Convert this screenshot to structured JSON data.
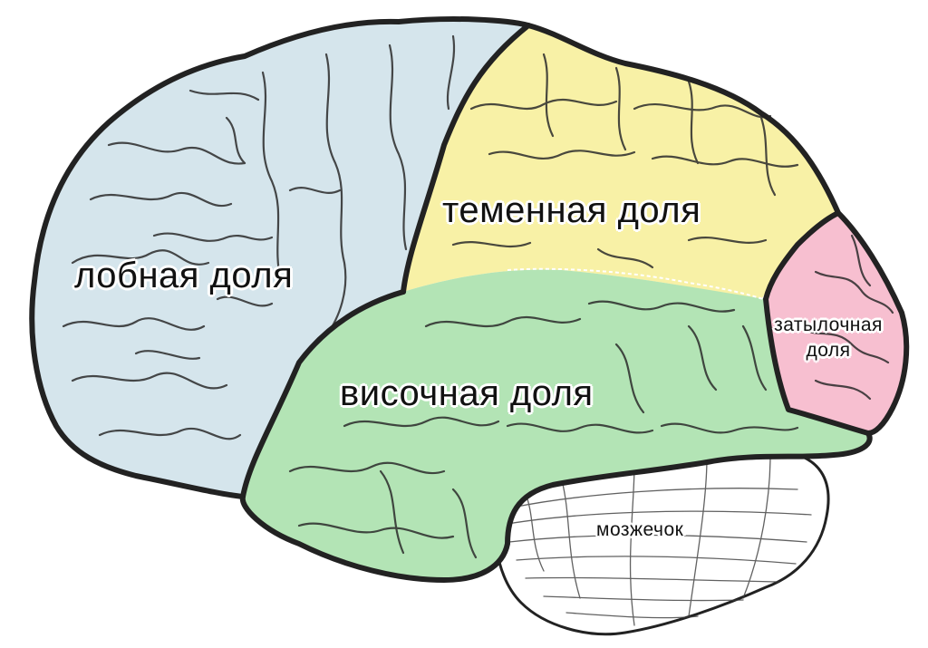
{
  "labels": {
    "frontal": "лобная доля",
    "parietal": "теменная доля",
    "temporal": "височная доля",
    "occipital_line1": "затылочная",
    "occipital_line2": "доля",
    "cerebellum": "мозжечок"
  },
  "colors": {
    "frontal": "#d5e5ec",
    "parietal": "#f8f1a6",
    "temporal": "#b3e4b5",
    "occipital": "#f7bfd0",
    "cerebellum": "#ffffff",
    "outline": "#222222"
  }
}
